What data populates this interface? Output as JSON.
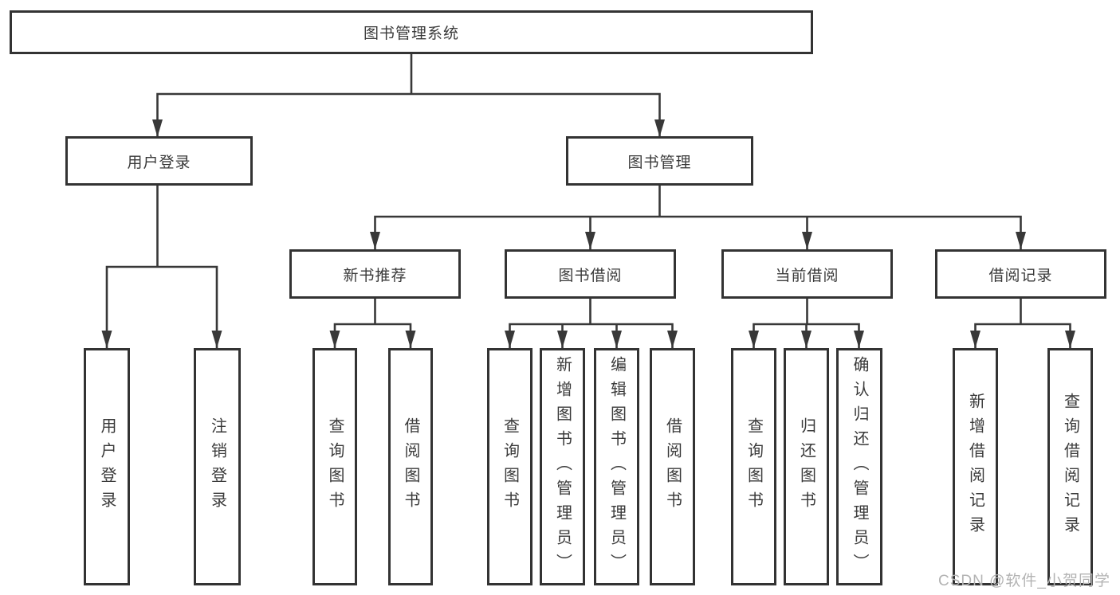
{
  "watermark": {
    "text": "CSDN @软件_小贺同学",
    "color": "#b3b3b3"
  },
  "colors": {
    "line": "#383838",
    "box_border": "#333333",
    "text": "#3a3a3a",
    "background": "#ffffff"
  },
  "tree": {
    "root": {
      "label": "图书管理系统"
    },
    "branches": [
      {
        "label": "用户登录",
        "children": [
          {
            "label": "用户登录"
          },
          {
            "label": "注销登录"
          }
        ]
      },
      {
        "label": "图书管理",
        "children": [
          {
            "label": "新书推荐",
            "children": [
              {
                "label": "查询图书"
              },
              {
                "label": "借阅图书"
              }
            ]
          },
          {
            "label": "图书借阅",
            "children": [
              {
                "label": "查询图书"
              },
              {
                "label": "新增图书（管理员）"
              },
              {
                "label": "编辑图书（管理员）"
              },
              {
                "label": "借阅图书"
              }
            ]
          },
          {
            "label": "当前借阅",
            "children": [
              {
                "label": "查询图书"
              },
              {
                "label": "归还图书"
              },
              {
                "label": "确认归还（管理员）"
              }
            ]
          },
          {
            "label": "借阅记录",
            "children": [
              {
                "label": "新增借阅记录"
              },
              {
                "label": "查询借阅记录"
              }
            ]
          }
        ]
      }
    ]
  }
}
